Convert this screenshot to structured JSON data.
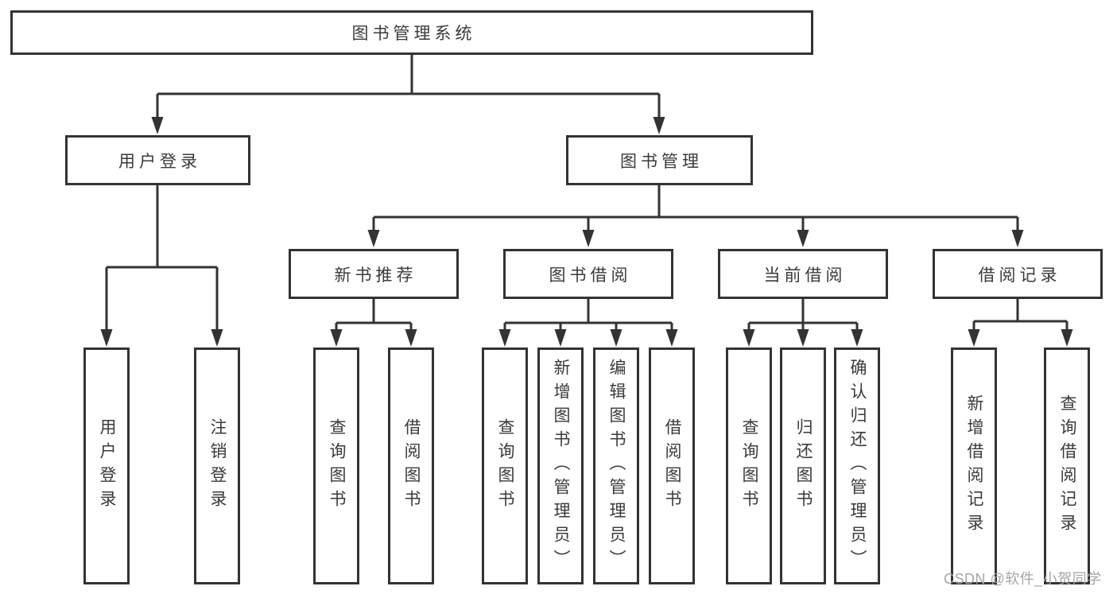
{
  "diagram": {
    "colors": {
      "line": "#333333",
      "text": "#3a3a3a",
      "watermark": "#a6a6a6",
      "background": "#ffffff"
    },
    "root": {
      "label": "图书管理系统"
    },
    "branches": [
      {
        "label": "用户登录",
        "children": [
          {
            "label": "用户登录"
          },
          {
            "label": "注销登录"
          }
        ]
      },
      {
        "label": "图书管理",
        "children": [
          {
            "label": "新书推荐",
            "children": [
              {
                "label": "查询图书"
              },
              {
                "label": "借阅图书"
              }
            ]
          },
          {
            "label": "图书借阅",
            "children": [
              {
                "label": "查询图书"
              },
              {
                "label": "新增图书（管理员）"
              },
              {
                "label": "编辑图书（管理员）"
              },
              {
                "label": "借阅图书"
              }
            ]
          },
          {
            "label": "当前借阅",
            "children": [
              {
                "label": "查询图书"
              },
              {
                "label": "归还图书"
              },
              {
                "label": "确认归还（管理员）"
              }
            ]
          },
          {
            "label": "借阅记录",
            "children": [
              {
                "label": "新增借阅记录"
              },
              {
                "label": "查询借阅记录"
              }
            ]
          }
        ]
      }
    ]
  },
  "watermark": {
    "text": "CSDN @软件_小贺同学"
  }
}
